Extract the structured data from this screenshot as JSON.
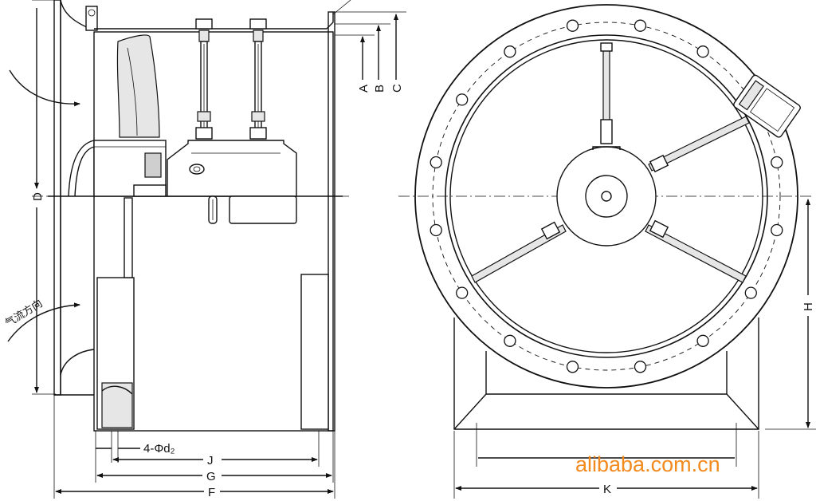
{
  "labels": {
    "A": "A",
    "B": "B",
    "C": "C",
    "D": "D",
    "H": "H",
    "J": "J",
    "G": "G",
    "F": "F",
    "K": "K",
    "holes": "4-Φd₂",
    "airflow": "气流方向"
  },
  "watermark": "alibaba.com.cn",
  "colors": {
    "line": "#111111",
    "watermark": "#f28a1e",
    "background": "#ffffff"
  }
}
